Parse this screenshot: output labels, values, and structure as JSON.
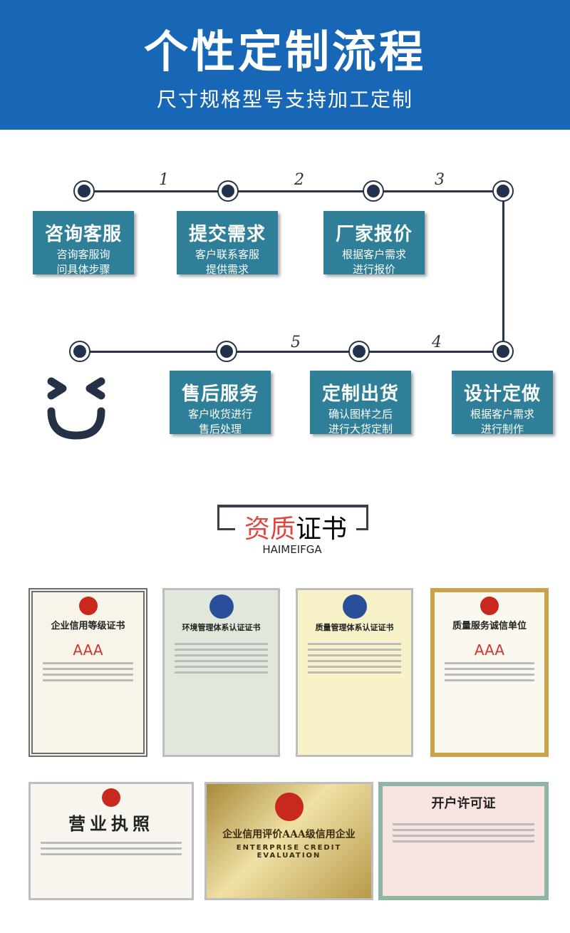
{
  "header": {
    "title": "个性定制流程",
    "subtitle": "尺寸规格型号支持加工定制",
    "bg": "#1767b6"
  },
  "process": {
    "accent": "#2f7f98",
    "numbers": [
      "1",
      "2",
      "3",
      "4",
      "5"
    ],
    "steps": [
      {
        "title": "咨询客服",
        "desc1": "咨询客服询",
        "desc2": "问具体步骤"
      },
      {
        "title": "提交需求",
        "desc1": "客户联系客服",
        "desc2": "提供需求"
      },
      {
        "title": "厂家报价",
        "desc1": "根据客户需求",
        "desc2": "进行报价"
      },
      {
        "title": "设计定做",
        "desc1": "根据客户需求",
        "desc2": "进行制作"
      },
      {
        "title": "定制出货",
        "desc1": "确认图样之后",
        "desc2": "进行大货定制"
      },
      {
        "title": "售后服务",
        "desc1": "客户收货进行",
        "desc2": "售后处理"
      }
    ],
    "smiley_icon": "smiley-face-icon"
  },
  "certificates": {
    "title_red": "资质",
    "title_black": "证书",
    "subtitle": "HAIMEIFGA",
    "items": [
      {
        "title": "企业信用等级证书",
        "grade": "AAA"
      },
      {
        "title": "环境管理体系认证证书"
      },
      {
        "title": "质量管理体系认证证书"
      },
      {
        "title": "质量服务诚信单位",
        "grade": "AAA"
      },
      {
        "title": "营业执照"
      },
      {
        "title": "企业信用评价AAA级信用企业",
        "subtitle": "ENTERPRISE CREDIT EVALUATION"
      },
      {
        "title": "开户许可证"
      }
    ]
  }
}
